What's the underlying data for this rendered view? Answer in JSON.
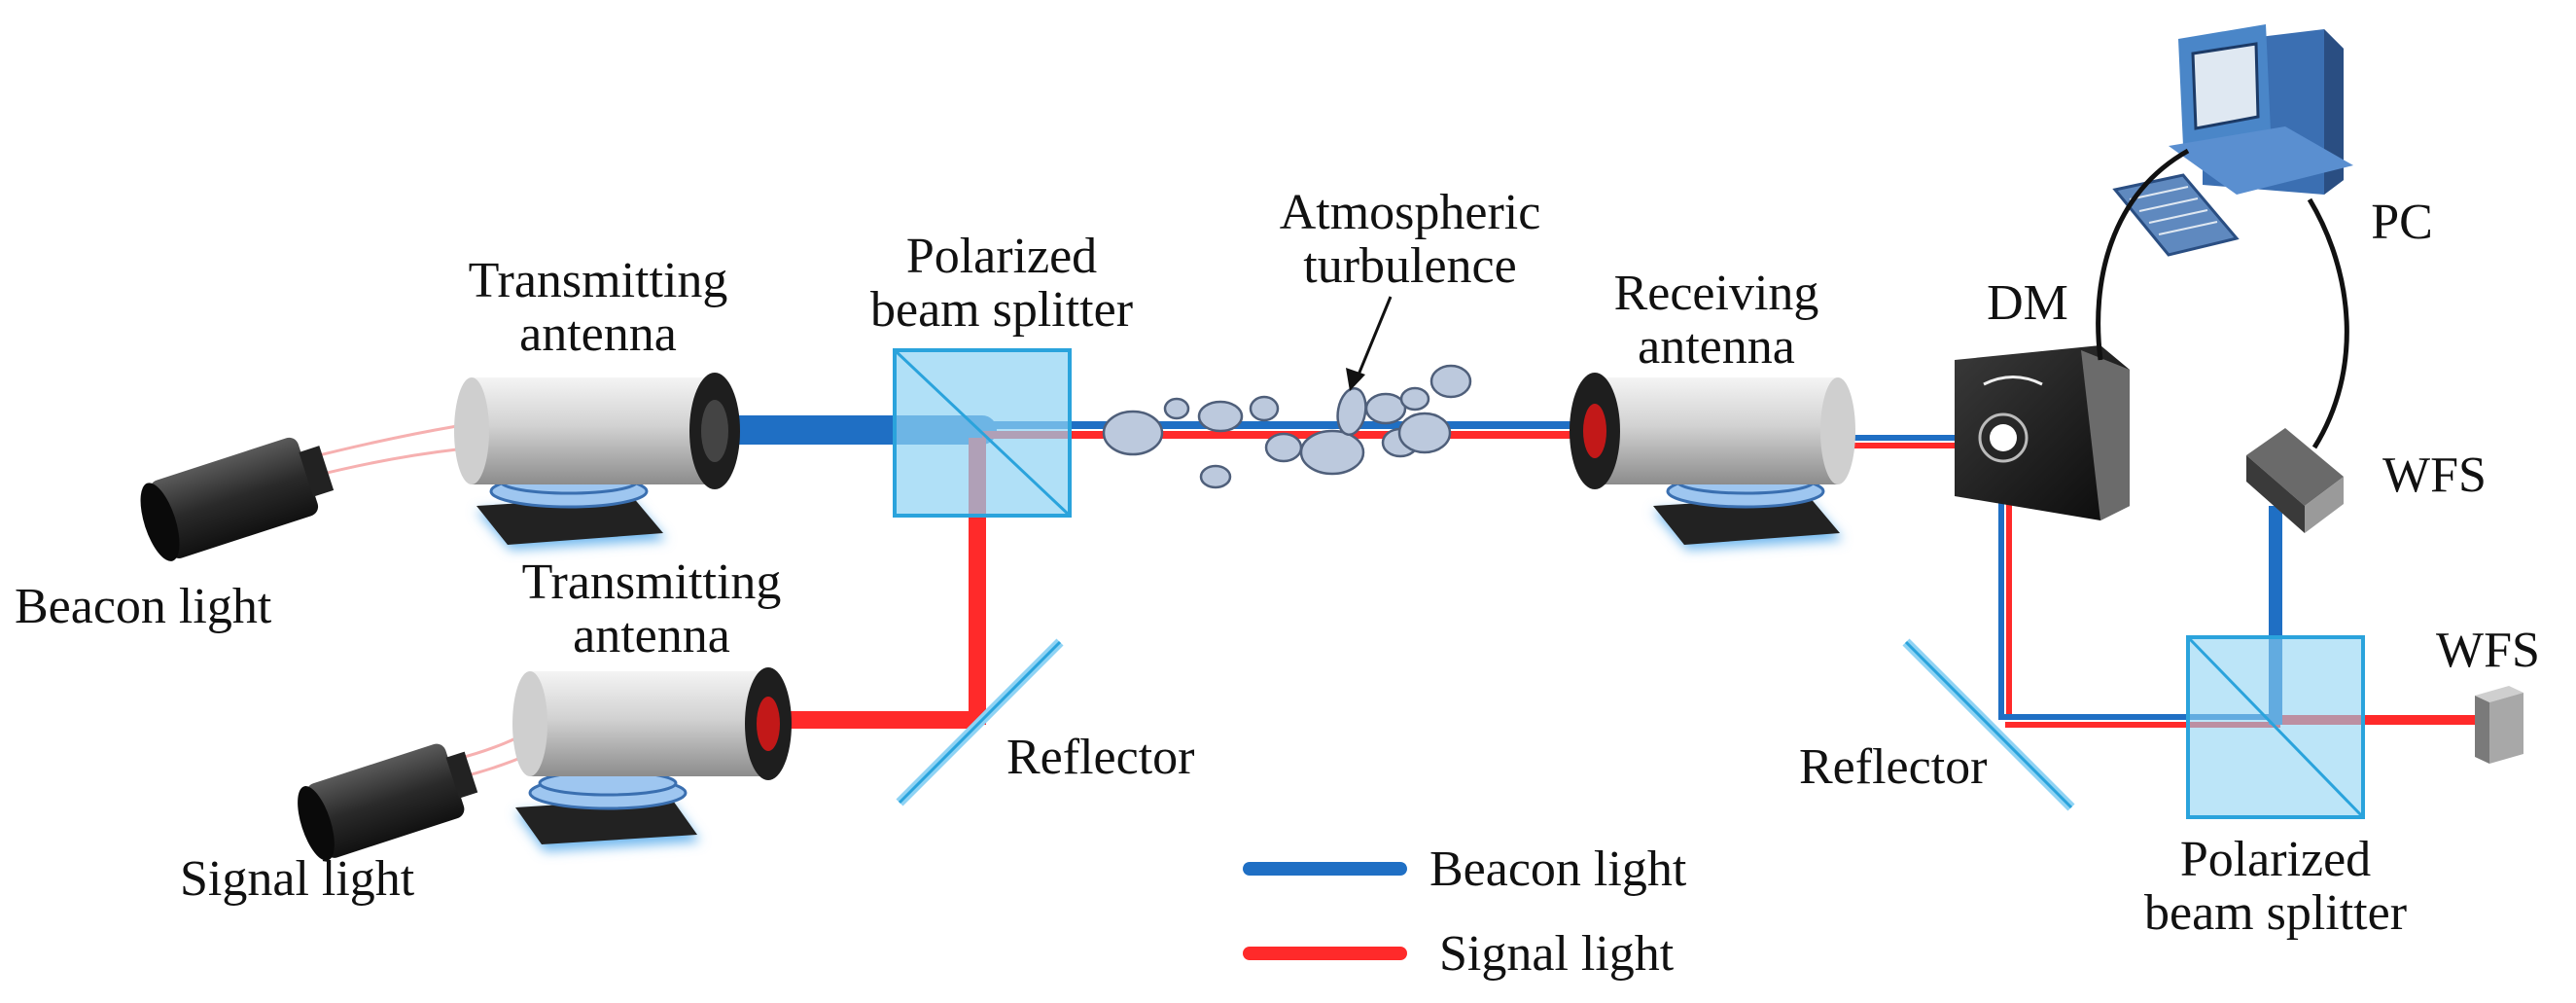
{
  "labels": {
    "transmitting_antenna_top": [
      "Transmitting",
      "antenna"
    ],
    "transmitting_antenna_bottom": [
      "Transmitting",
      "antenna"
    ],
    "beacon_source": "Beacon light",
    "signal_source": "Signal light",
    "pbs_left": [
      "Polarized",
      "beam splitter"
    ],
    "turbulence": [
      "Atmospheric",
      "turbulence"
    ],
    "receiving_antenna": [
      "Receiving",
      "antenna"
    ],
    "dm": "DM",
    "pc": "PC",
    "wfs_top": "WFS",
    "wfs_right": "WFS",
    "reflector_left": "Reflector",
    "reflector_right": "Reflector",
    "pbs_right": [
      "Polarized",
      "beam splitter"
    ]
  },
  "legend": [
    {
      "label": "Beacon light",
      "color": "#1f6fc4"
    },
    {
      "label": "Signal light",
      "color": "#ff2a2a"
    }
  ],
  "colors": {
    "beacon": "#1f6fc4",
    "signal": "#ff2a2a",
    "optic": "#8fd3f4",
    "optic_edge": "#2aa3dc",
    "bubble": "#bcc9dd"
  }
}
